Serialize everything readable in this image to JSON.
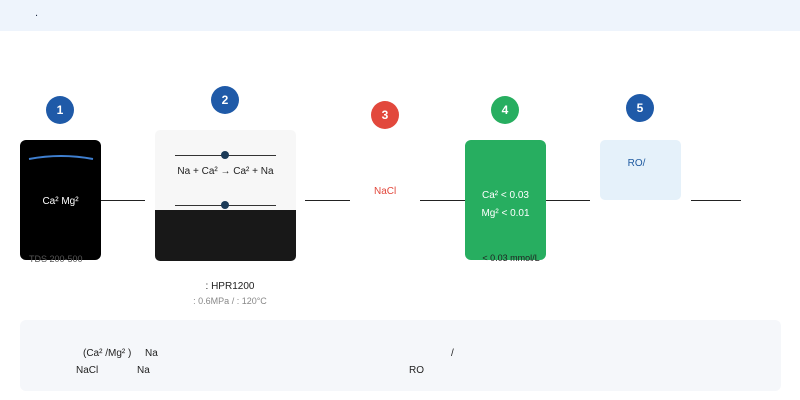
{
  "header": {
    "text": "."
  },
  "steps": [
    {
      "number": "1",
      "color": "#1f5aa8"
    },
    {
      "number": "2",
      "color": "#1f5aa8"
    },
    {
      "number": "3",
      "color": "#e2483c"
    },
    {
      "number": "4",
      "color": "#27ae60"
    },
    {
      "number": "5",
      "color": "#1f5aa8"
    }
  ],
  "stage1": {
    "ions": "Ca²  Mg²",
    "tds": "TDS 200-500"
  },
  "stage2": {
    "equation": "Na  + Ca²  → Ca²  + Na",
    "caption": ":   HPR1200",
    "caption_detail": ": 0.6MPa /   : 120°C"
  },
  "stage3": {
    "label": "NaCl"
  },
  "stage4": {
    "line1": "Ca²  < 0.03",
    "line2": "Mg²  < 0.01",
    "caption": "< 0.03 mmol/L"
  },
  "stage5": {
    "label": "RO/"
  },
  "footer": {
    "r1a": "(Ca² /Mg² )",
    "r1b": "Na",
    "r1c": "/",
    "r2a": "NaCl",
    "r2b": "Na",
    "r2c": "RO"
  }
}
